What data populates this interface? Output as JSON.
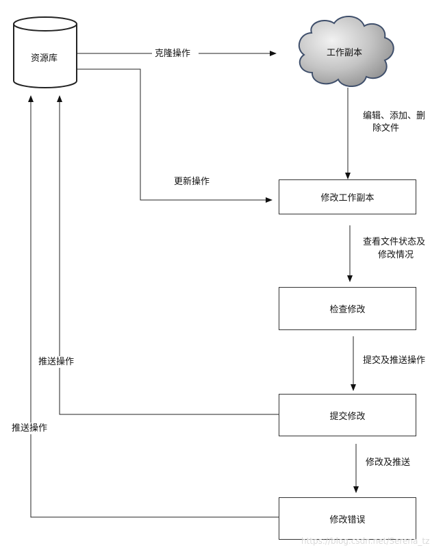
{
  "nodes": {
    "repository": "资源库",
    "working_copy": "工作副本",
    "modify_copy": "修改工作副本",
    "check_changes": "检查修改",
    "commit_changes": "提交修改",
    "fix_errors": "修改错误"
  },
  "edges": {
    "clone": "克隆操作",
    "update": "更新操作",
    "edit_line1": "编辑、添加、删",
    "edit_line2": "除文件",
    "status_line1": "查看文件状态及",
    "status_line2": "修改情况",
    "commit_push": "提交及推送操作",
    "push_inner": "推送操作",
    "modify_push": "修改及推送",
    "push_outer": "推送操作"
  },
  "watermark": "https://blog.csdn.net/Serena_tz"
}
